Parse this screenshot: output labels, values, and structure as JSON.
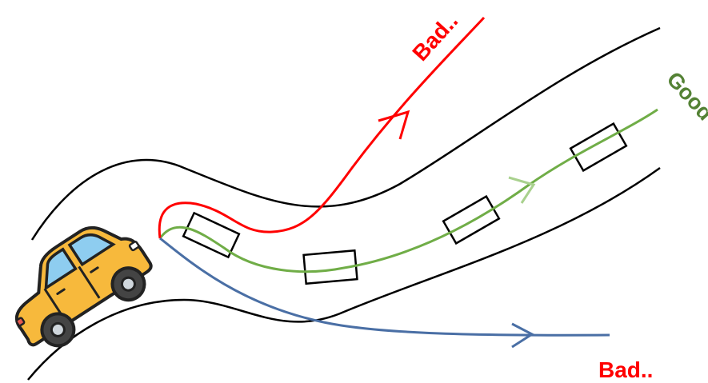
{
  "labels": {
    "bad_top": "Bad..",
    "good": "Good",
    "bad_bottom": "Bad.."
  },
  "colors": {
    "road": "#000000",
    "bad_top": "#ff0000",
    "good": "#70ad47",
    "good_arrow": "#a9d18e",
    "bad_bottom": "#4a6fa5",
    "car_body": "#f7b93c",
    "car_dark": "#222222",
    "car_window": "#8ecdf0",
    "obstacle_fill": "#ffffff"
  },
  "icons": {
    "car": "car-icon",
    "obstacle": "rectangle-obstacle"
  }
}
